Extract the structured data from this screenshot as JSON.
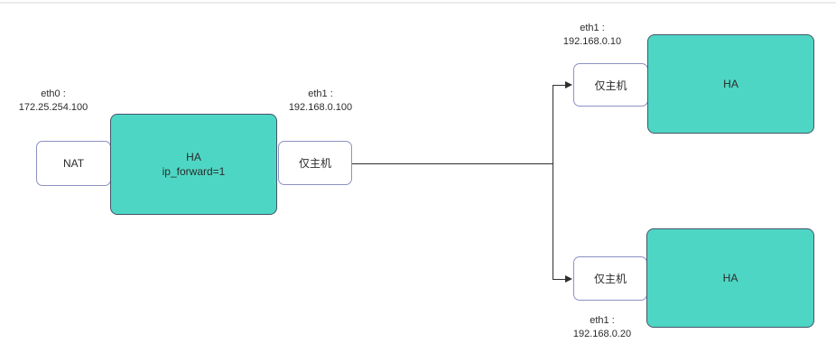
{
  "colors": {
    "node_fill": "#4ed6c4",
    "node_border": "#44546a",
    "adapter_border": "#8d90c1",
    "line": "#2f2f2f",
    "divider": "#ececec",
    "text": "#2b2b2b"
  },
  "diagram": {
    "router": {
      "eth0": {
        "name": "eth0 :",
        "ip": "172.25.254.100"
      },
      "nat_label": "NAT",
      "box": {
        "line1": "HA",
        "line2": "ip_forward=1"
      },
      "eth1": {
        "name": "eth1 :",
        "ip": "192.168.0.100"
      },
      "hostonly_label": "仅主机"
    },
    "node_top": {
      "eth1": {
        "name": "eth1 :",
        "ip": "192.168.0.10"
      },
      "hostonly_label": "仅主机",
      "box_label": "HA"
    },
    "node_bottom": {
      "eth1": {
        "name": "eth1 :",
        "ip": "192.168.0.20"
      },
      "hostonly_label": "仅主机",
      "box_label": "HA"
    }
  }
}
